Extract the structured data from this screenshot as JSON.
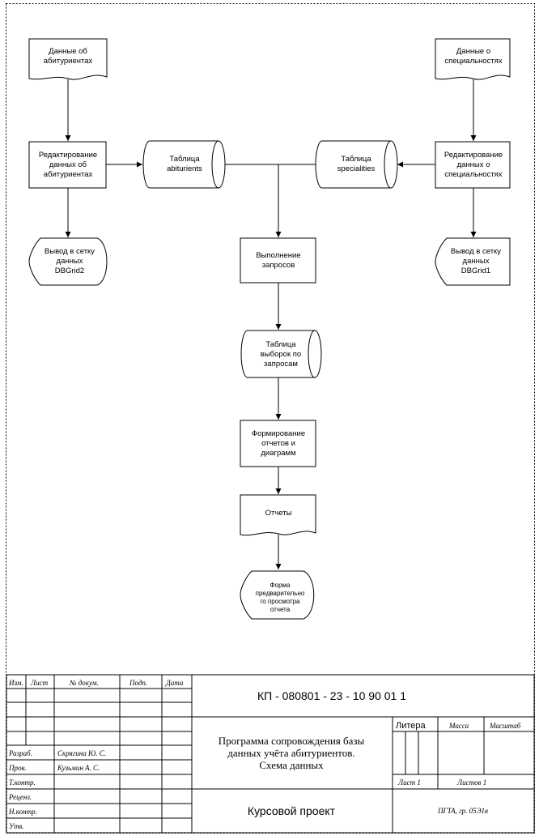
{
  "diagram": {
    "nodes": {
      "data_abit": [
        "Данные об",
        "абитуриентах"
      ],
      "data_spec": [
        "Данные о",
        "специальностях"
      ],
      "edit_abit": [
        "Редактирование",
        "данных об",
        "абитуриентах"
      ],
      "edit_spec": [
        "Редактирование",
        "данных о",
        "специальностях"
      ],
      "tbl_abit": [
        "Таблица",
        "abiturients"
      ],
      "tbl_spec": [
        "Таблица",
        "specialities"
      ],
      "grid2": [
        "Вывод в сетку",
        "данных",
        "DBGrid2"
      ],
      "grid1": [
        "Вывод в сетку",
        "данных",
        "DBGrid1"
      ],
      "queries": [
        "Выполнение",
        "запросов"
      ],
      "tbl_sel": [
        "Таблица",
        "выборок по",
        "запросам"
      ],
      "reports_form": [
        "Формирование",
        "отчетов и",
        "диаграмм"
      ],
      "reports": [
        "Отчеты"
      ],
      "preview": [
        "Форма",
        "предварительно",
        "го просмотра",
        "отчета"
      ]
    }
  },
  "stamp": {
    "headers": [
      "Изм.",
      "Лист",
      "№ докум.",
      "Подп.",
      "Дата"
    ],
    "roles": [
      "Разраб.",
      "Пров.",
      "Т.контр.",
      "Реценз.",
      "Н.контр.",
      "Утв."
    ],
    "names": [
      "Скрягина Ю. С.",
      "Кузьмин А. С."
    ],
    "code": "КП - 080801 - 23 - 10 90 01 1",
    "doc_title": [
      "Программа сопровождения базы",
      "данных учёта абитуриентов.",
      "Схема данных"
    ],
    "litera": "Литера",
    "massa": "Масса",
    "masshtab": "Масштаб",
    "list": "Лист  1",
    "listov": "Листов  1",
    "kind": "Курсовой проект",
    "org": "ПГТА, гр. 05Э1в"
  }
}
